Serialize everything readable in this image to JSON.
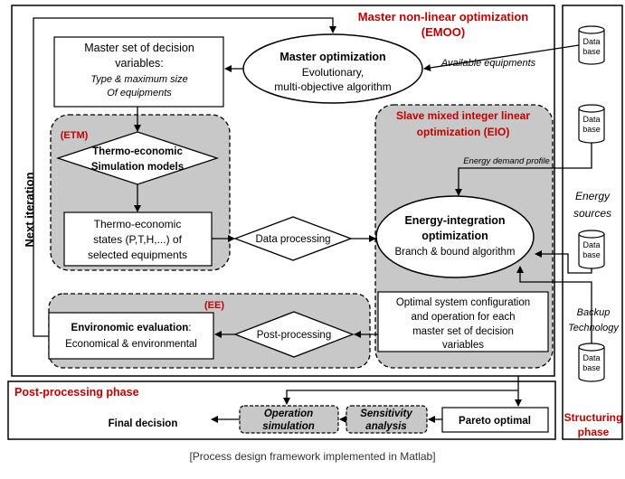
{
  "colors": {
    "red_title": "#c00000",
    "panel_gray": "#c8c8c8",
    "box_white": "#ffffff",
    "line": "#000000"
  },
  "emoo": {
    "title_line1": "Master non-linear optimization",
    "title_line2": "(EMOO)"
  },
  "master_set": {
    "line1": "Master set of decision",
    "line2": "variables:",
    "line3": "Type &  maximum size",
    "line4": "Of equipments"
  },
  "master_opt": {
    "title": "Master optimization",
    "line1": "Evolutionary,",
    "line2": "multi-objective algorithm"
  },
  "available_equipments": "Available equipments",
  "databases": {
    "label_line1": "Data",
    "label_line2": "base"
  },
  "etm": {
    "tag": "(ETM)",
    "sim_line1": "Thermo-economic",
    "sim_line2": "Simulation models",
    "states_line1": "Thermo-economic",
    "states_line2": "states (P,T,H,...) of",
    "states_line3": "selected equipments"
  },
  "eio": {
    "title_line1": "Slave mixed integer linear",
    "title_line2": "optimization (EIO)",
    "energy_demand_profile": "Energy demand profile",
    "ei_title_line1": "Energy-integration",
    "ei_title_line2": "optimization",
    "ei_line3": "Branch & bound algorithm",
    "optimal_line1": "Optimal system configuration",
    "optimal_line2": "and operation for each",
    "optimal_line3": "master set of decision",
    "optimal_line4": "variables"
  },
  "data_processing": "Data processing",
  "next_iteration": "Next iteration",
  "ee": {
    "tag": "(EE)",
    "eval_bold": "Environomic evaluation",
    "eval_colon": ":",
    "eval_line2": "Economical & environmental",
    "post_processing": "Post-processing"
  },
  "side": {
    "energy_line1": "Energy",
    "energy_line2": "sources",
    "backup_line1": "Backup",
    "backup_line2": "Technology",
    "structuring_line1": "Structuring",
    "structuring_line2": "phase"
  },
  "post_phase": {
    "title": "Post-processing phase",
    "final_decision": "Final decision",
    "operation_line1": "Operation",
    "operation_line2": "simulation",
    "sensitivity_line1": "Sensitivity",
    "sensitivity_line2": "analysis",
    "pareto": "Pareto optimal"
  },
  "caption": "[Process design framework implemented in Matlab]"
}
